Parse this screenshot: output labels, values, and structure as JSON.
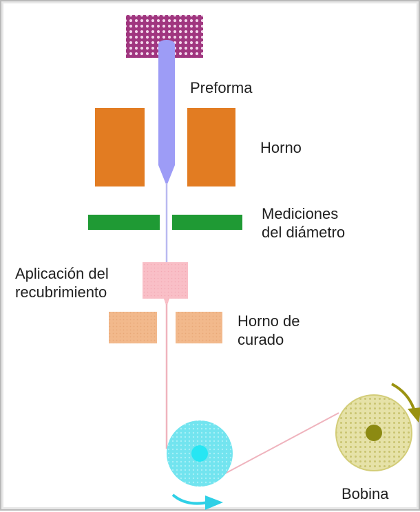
{
  "labels": {
    "preforma": "Preforma",
    "horno": "Horno",
    "mediciones_line1": "Mediciones",
    "mediciones_line2": "del diámetro",
    "aplicacion_line1": "Aplicación del",
    "aplicacion_line2": "recubrimiento",
    "horno_curado_line1": "Horno de",
    "horno_curado_line2": "curado",
    "bobina": "Bobina"
  },
  "colors": {
    "preform_holder": "#a0367f",
    "preform": "#9d9cf6",
    "furnace": "#e27c22",
    "measurement": "#1f9a34",
    "coating": "#f8b8c2",
    "curing_oven": "#f2b98c",
    "fiber_bare": "#b9b9f0",
    "fiber_coated": "#efb3bd",
    "capstan": "#6fe6f1",
    "capstan_hub": "#26e6f3",
    "spool": "#e4df9e",
    "spool_hub": "#8c8a12",
    "arrow_cyan": "#2fd0e6",
    "arrow_olive": "#9a9210"
  }
}
